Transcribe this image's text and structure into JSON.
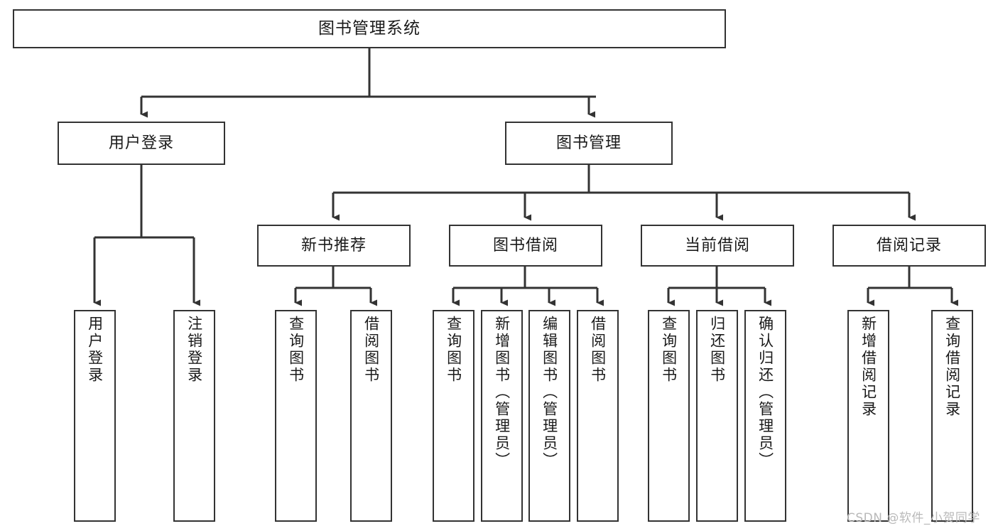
{
  "diagram": {
    "type": "tree",
    "title": "图书管理系统",
    "orientation": "top-down",
    "colors": {
      "box_border": "#333333",
      "box_fill": "#ffffff",
      "edge": "#333333",
      "text": "#1a1a1a",
      "watermark": "#b9b9b9",
      "background": "#ffffff"
    },
    "nodes": {
      "root": {
        "label": "图书管理系统",
        "level": 1
      },
      "user_login": {
        "label": "用户登录",
        "level": 2
      },
      "book_manage": {
        "label": "图书管理",
        "level": 2
      },
      "new_book_rec": {
        "label": "新书推荐",
        "level": 3
      },
      "book_borrow": {
        "label": "图书借阅",
        "level": 3
      },
      "current_borrow": {
        "label": "当前借阅",
        "level": 3
      },
      "borrow_record": {
        "label": "借阅记录",
        "level": 3
      },
      "leaf_user_login": {
        "label": "用户登录",
        "level": 4
      },
      "leaf_logout_login": {
        "label": "注销登录",
        "level": 4
      },
      "leaf_query_book_1": {
        "label": "查询图书",
        "level": 4
      },
      "leaf_borrow_book_1": {
        "label": "借阅图书",
        "level": 4
      },
      "leaf_query_book_2": {
        "label": "查询图书",
        "level": 4
      },
      "leaf_add_book": {
        "label": "新增图书（管理员）",
        "level": 4
      },
      "leaf_edit_book": {
        "label": "编辑图书（管理员）",
        "level": 4
      },
      "leaf_borrow_book_2": {
        "label": "借阅图书",
        "level": 4
      },
      "leaf_query_book_3": {
        "label": "查询图书",
        "level": 4
      },
      "leaf_return_book": {
        "label": "归还图书",
        "level": 4
      },
      "leaf_confirm_return": {
        "label": "确认归还（管理员）",
        "level": 4
      },
      "leaf_add_record": {
        "label": "新增借阅记录",
        "level": 4
      },
      "leaf_query_record": {
        "label": "查询借阅记录",
        "level": 4
      }
    },
    "edges": [
      {
        "from": "root",
        "to": "user_login"
      },
      {
        "from": "root",
        "to": "book_manage"
      },
      {
        "from": "user_login",
        "to": "leaf_user_login"
      },
      {
        "from": "user_login",
        "to": "leaf_logout_login"
      },
      {
        "from": "book_manage",
        "to": "new_book_rec"
      },
      {
        "from": "book_manage",
        "to": "book_borrow"
      },
      {
        "from": "book_manage",
        "to": "current_borrow"
      },
      {
        "from": "book_manage",
        "to": "borrow_record"
      },
      {
        "from": "new_book_rec",
        "to": "leaf_query_book_1"
      },
      {
        "from": "new_book_rec",
        "to": "leaf_borrow_book_1"
      },
      {
        "from": "book_borrow",
        "to": "leaf_query_book_2"
      },
      {
        "from": "book_borrow",
        "to": "leaf_add_book"
      },
      {
        "from": "book_borrow",
        "to": "leaf_edit_book"
      },
      {
        "from": "book_borrow",
        "to": "leaf_borrow_book_2"
      },
      {
        "from": "current_borrow",
        "to": "leaf_query_book_3"
      },
      {
        "from": "current_borrow",
        "to": "leaf_return_book"
      },
      {
        "from": "current_borrow",
        "to": "leaf_confirm_return"
      },
      {
        "from": "borrow_record",
        "to": "leaf_add_record"
      },
      {
        "from": "borrow_record",
        "to": "leaf_query_record"
      }
    ]
  },
  "watermark": {
    "text": "CSDN @软件_小贺同学"
  }
}
